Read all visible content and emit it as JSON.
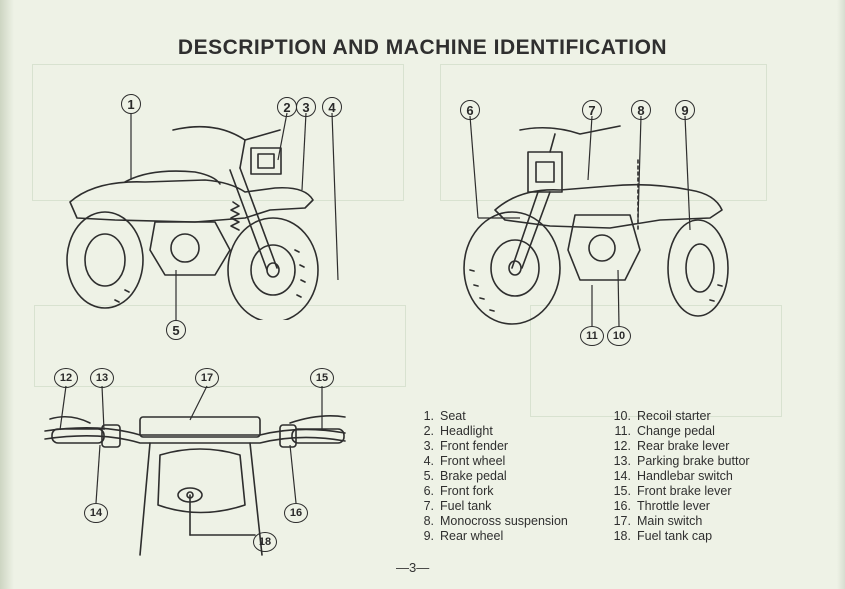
{
  "page": {
    "title": "DESCRIPTION AND MACHINE IDENTIFICATION",
    "page_number": "—3—"
  },
  "callouts": {
    "c1": "1",
    "c2": "2",
    "c3": "3",
    "c4": "4",
    "c5": "5",
    "c6": "6",
    "c7": "7",
    "c8": "8",
    "c9": "9",
    "c10": "10",
    "c11": "11",
    "c12": "12",
    "c13": "13",
    "c14": "14",
    "c15": "15",
    "c16": "16",
    "c17": "17",
    "c18": "18"
  },
  "legend": {
    "col1": [
      {
        "num": "1.",
        "label": "Seat"
      },
      {
        "num": "2.",
        "label": "Headlight"
      },
      {
        "num": "3.",
        "label": "Front fender"
      },
      {
        "num": "4.",
        "label": "Front wheel"
      },
      {
        "num": "5.",
        "label": "Brake pedal"
      },
      {
        "num": "6.",
        "label": "Front fork"
      },
      {
        "num": "7.",
        "label": "Fuel tank"
      },
      {
        "num": "8.",
        "label": "Monocross suspension"
      },
      {
        "num": "9.",
        "label": "Rear wheel"
      }
    ],
    "col2": [
      {
        "num": "10.",
        "label": "Recoil starter"
      },
      {
        "num": "11.",
        "label": "Change pedal"
      },
      {
        "num": "12.",
        "label": "Rear brake lever"
      },
      {
        "num": "13.",
        "label": "Parking brake buttor"
      },
      {
        "num": "14.",
        "label": "Handlebar switch"
      },
      {
        "num": "15.",
        "label": "Front brake lever"
      },
      {
        "num": "16.",
        "label": "Throttle lever"
      },
      {
        "num": "17.",
        "label": "Main switch"
      },
      {
        "num": "18.",
        "label": "Fuel tank cap"
      }
    ]
  }
}
